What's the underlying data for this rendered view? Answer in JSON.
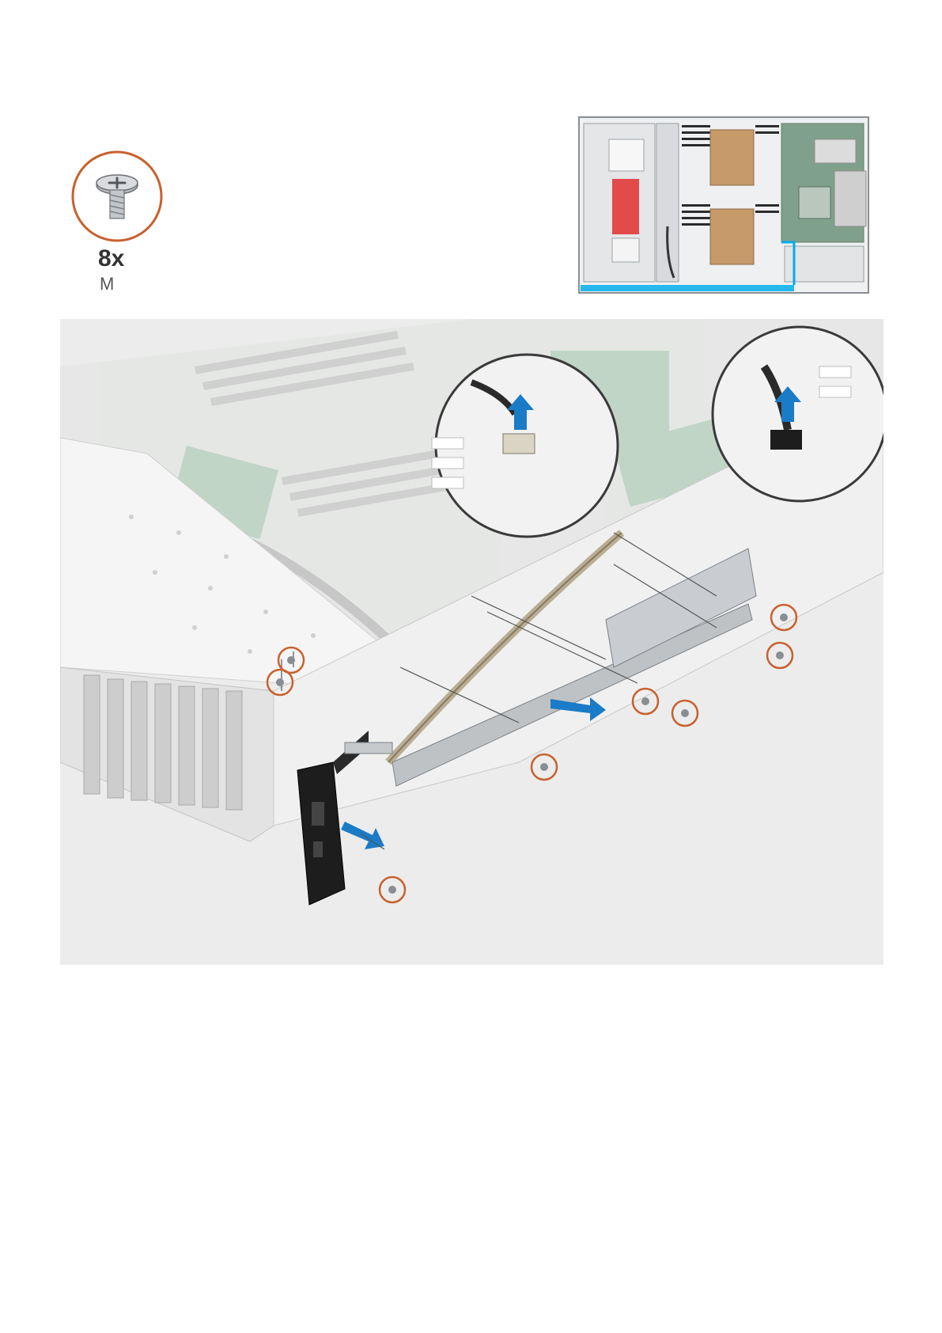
{
  "screw_callout": {
    "quantity": "8x",
    "type": "M",
    "icon": "phillips-screw-icon",
    "ring_color": "#c8612e"
  },
  "overview_image": {
    "highlight_color": "#00aeef"
  },
  "main_illustration": {
    "arrow_color": "#1a7bc7",
    "screw_marker_color": "#c8612e",
    "screw_marker_count": 8
  }
}
